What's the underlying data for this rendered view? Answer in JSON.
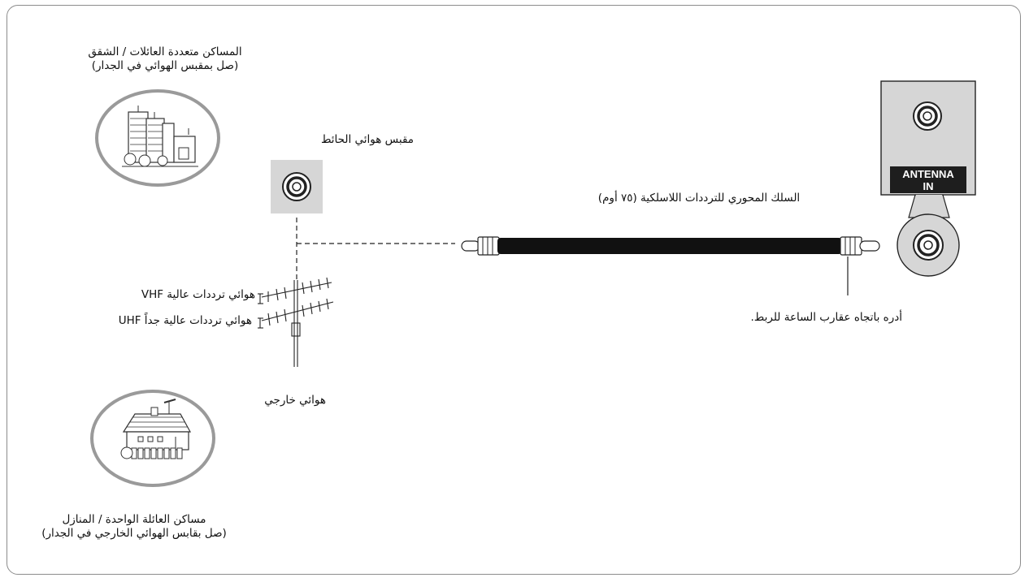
{
  "labels": {
    "apartments_title": "المساكن متعددة العائلات / الشقق",
    "apartments_sub": "(صل بمقبس الهوائي في الجدار)",
    "wall_jack": "مقبس هوائي الحائط",
    "coax_cable": "السلك المحوري للترددات اللاسلكية (٧٥ أوم)",
    "vhf_antenna": "هوائي ترددات عالية VHF",
    "uhf_antenna": "هوائي ترددات عالية جداً UHF",
    "outdoor_antenna": "هوائي خارجي",
    "turn_clockwise": "أدره باتجاه عقارب الساعة للربط.",
    "houses_title": "مساكن العائلة الواحدة / المنازل",
    "houses_sub": "(صل بقابس الهوائي الخارجي في الجدار)"
  },
  "tv_panel": {
    "antenna_in_line1": "ANTENNA",
    "antenna_in_line2": "IN"
  }
}
